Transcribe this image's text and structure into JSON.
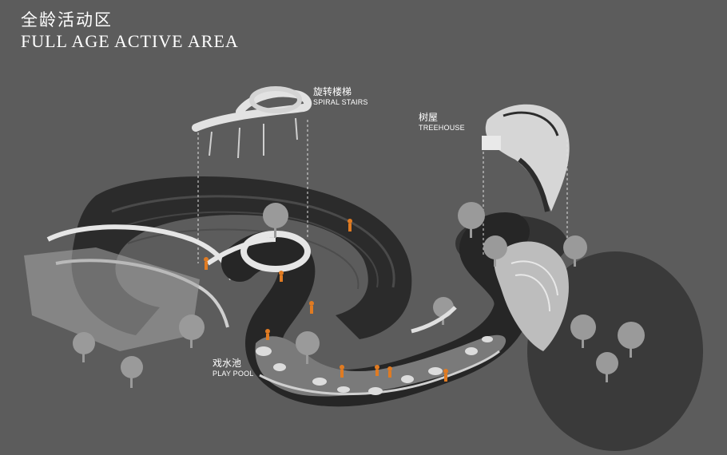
{
  "title": {
    "cn": "全龄活动区",
    "en": "FULL AGE ACTIVE AREA"
  },
  "labels": {
    "spiral_stairs": {
      "cn": "旋转楼梯",
      "en": "SPIRAL STAIRS"
    },
    "treehouse": {
      "cn": "树屋",
      "en": "TREEHOUSE"
    },
    "play_pool": {
      "cn": "戏水池",
      "en": "PLAY POOL"
    }
  },
  "colors": {
    "background": "#5c5c5c",
    "ground_dark": "#2c2c2c",
    "ground_mid": "#3c3c3c",
    "structure_light": "#d8d8d8",
    "figures": "#e07b22",
    "trees": "#9a9a9a"
  }
}
